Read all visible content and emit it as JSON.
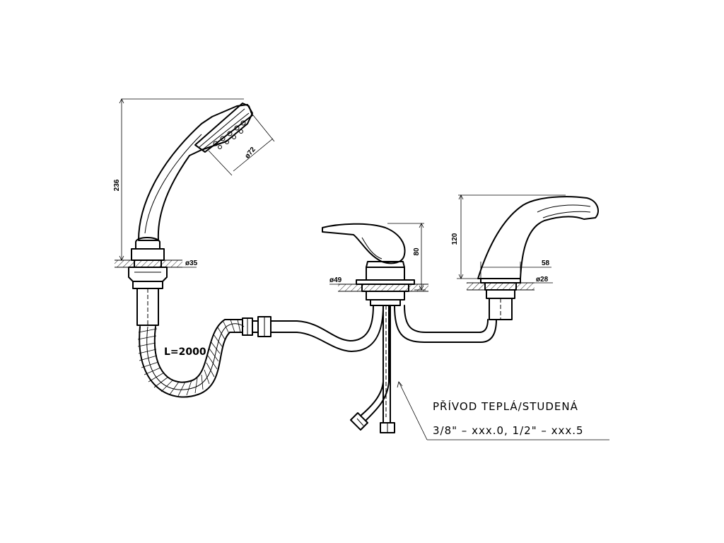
{
  "dimensions": {
    "handshower_height": "236",
    "spray_diameter": "ø72",
    "hose_length": "L=2000",
    "holder_diameter": "ø35",
    "mixer_height": "80",
    "mixer_base_diameter": "ø49",
    "spout_height": "120",
    "spout_reach": "58",
    "spout_base_diameter": "ø28"
  },
  "supply_note": {
    "line1": "PŘÍVOD TEPLÁ/STUDENÁ",
    "line2": "3/8\" – xxx.0, 1/2\" – xxx.5"
  }
}
